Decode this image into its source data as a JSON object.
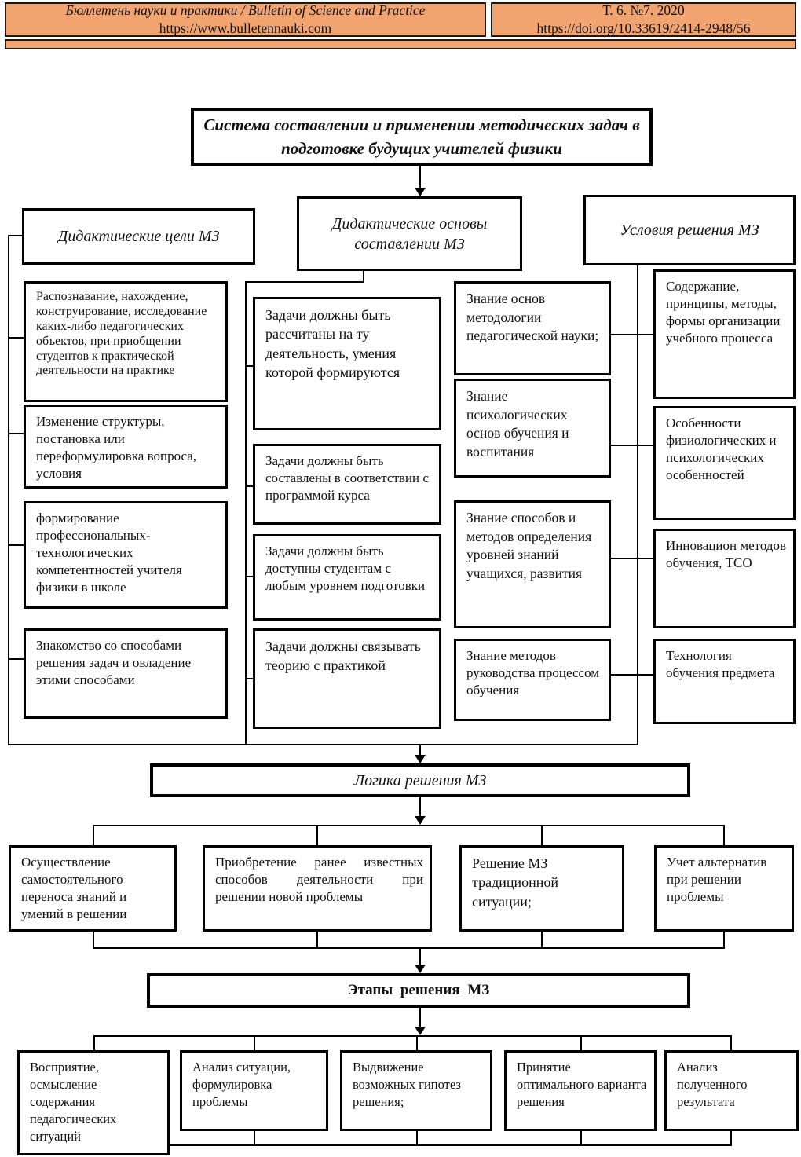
{
  "header": {
    "bg_color": "#f1a470",
    "journal_title": "Бюллетень науки и практики / Bulletin of Science and Practice",
    "journal_url": "https://www.bulletennauki.com",
    "issue": "Т. 6. №7. 2020",
    "doi": "https://doi.org/10.33619/2414-2948/56"
  },
  "diagram": {
    "title": "Система  составлении и применении методических задач в подготовке будущих учителей физики",
    "goals": {
      "header": "Дидактические цели МЗ",
      "items": [
        "Распознавание, нахождение, конструирование, исследование каких-либо педагогических объектов, при приобщении студентов к практической деятельности на практике",
        "Изменение структуры, постановка или переформулировка вопроса, условия",
        "формирование профессиональных-технологических компетентностей учителя физики в школе",
        "Знакомство со способами решения задач и овладение этими способами"
      ]
    },
    "basics": {
      "header": "Дидактические основы составлении МЗ",
      "items": [
        "Задачи должны быть рассчитаны на ту деятельность, умения которой формируются",
        "Задачи должны быть составлены в соответствии с программой курса",
        "Задачи должны быть доступны студентам с любым уровнем подготовки",
        "Задачи должны связывать теорию с практикой"
      ]
    },
    "conditions": {
      "header": "Условия решения МЗ",
      "knowledge_items": [
        "Знание основ методологии педагогической науки;",
        "Знание психологических основ обучения и воспитания",
        "Знание способов и методов определения уровней знаний учащихся, развития",
        "Знание методов руководства процессом обучения"
      ],
      "resource_items": [
        "Содержание, принципы, методы, формы организации учебного процесса",
        "Особенности физиологических и психологических особенностей",
        "Инновацион методов обучения, ТСО",
        "Технология обучения предмета"
      ]
    },
    "logic": {
      "header": "Логика решения МЗ",
      "items": [
        "Осуществление самостоятельного переноса знаний и умений в решении",
        "Приобретение ранее известных способов деятельности при решении новой проблемы",
        "Решение МЗ традиционной ситуации;",
        "Учет альтернатив при решении проблемы"
      ]
    },
    "stages": {
      "header": "Этапы  решения  МЗ",
      "items": [
        "Восприятие, осмысление содержания педагогических ситуаций",
        "Анализ ситуации, формулировка проблемы",
        "Выдвижение возможных гипотез решения;",
        "Принятие оптимального варианта решения",
        "Анализ полученного результата"
      ]
    }
  }
}
